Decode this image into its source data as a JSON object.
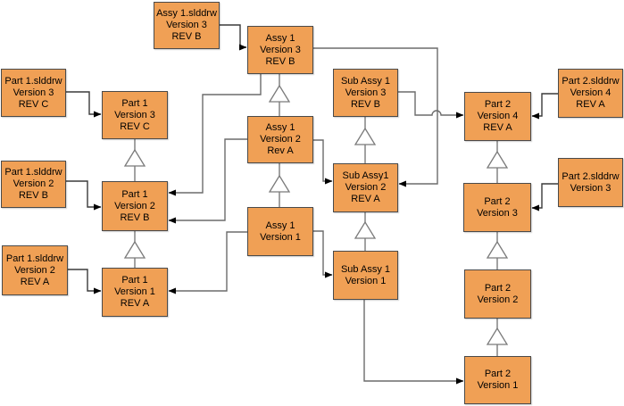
{
  "diagram": {
    "type": "version-tree",
    "colors": {
      "box_fill": "#F0A055",
      "box_border": "#4A4A4A",
      "line_gray": "#6B6B6B",
      "line_dark": "#3A3A3A",
      "arrow": "#000000",
      "tri_line": "#7A7A7A",
      "triangle_fill": "#FFFFFF",
      "background": "#FFFFFF"
    },
    "nodes": [
      {
        "id": "assy1drw-v3",
        "lines": [
          "Assy 1.slddrw",
          "Version 3",
          "REV B"
        ]
      },
      {
        "id": "assy1-v3",
        "lines": [
          "Assy 1",
          "Version 3",
          "REV B"
        ]
      },
      {
        "id": "part1drw-v3",
        "lines": [
          "Part 1.slddrw",
          "Version 3",
          "REV C"
        ]
      },
      {
        "id": "part1-v3",
        "lines": [
          "Part 1",
          "Version 3",
          "REV C"
        ]
      },
      {
        "id": "assy1-v2",
        "lines": [
          "Assy 1",
          "Version 2",
          "Rev A"
        ]
      },
      {
        "id": "part1drw-v2b",
        "lines": [
          "Part 1.slddrw",
          "Version 2",
          "REV B"
        ]
      },
      {
        "id": "part1-v2",
        "lines": [
          "Part 1",
          "Version 2",
          "REV B"
        ]
      },
      {
        "id": "part1drw-v2a",
        "lines": [
          "Part 1.slddrw",
          "Version 2",
          "REV A"
        ]
      },
      {
        "id": "part1-v1",
        "lines": [
          "Part 1",
          "Version 1",
          "REV A"
        ]
      },
      {
        "id": "assy1-v1",
        "lines": [
          "Assy 1",
          "Version 1"
        ]
      },
      {
        "id": "subassy1-v3",
        "lines": [
          "Sub Assy 1",
          "Version 3",
          "REV B"
        ]
      },
      {
        "id": "subassy1-v2",
        "lines": [
          "Sub Assy1",
          "Version 2",
          "REV A"
        ]
      },
      {
        "id": "subassy1-v1",
        "lines": [
          "Sub Assy 1",
          "Version 1"
        ]
      },
      {
        "id": "part2-v4",
        "lines": [
          "Part 2",
          "Version 4",
          "REV A"
        ]
      },
      {
        "id": "part2-v3",
        "lines": [
          "Part 2",
          "Version 3"
        ]
      },
      {
        "id": "part2-v2",
        "lines": [
          "Part 2",
          "Version 2"
        ]
      },
      {
        "id": "part2-v1",
        "lines": [
          "Part 2",
          "Version 1"
        ]
      },
      {
        "id": "part2drw-v4",
        "lines": [
          "Part 2.slddrw",
          "Version 4",
          "REV A"
        ]
      },
      {
        "id": "part2drw-v3",
        "lines": [
          "Part 2.slddrw",
          "Version 3"
        ]
      }
    ],
    "edges": [
      {
        "from": "assy1drw-v3",
        "to": "assy1-v3",
        "kind": "drawing-reference"
      },
      {
        "from": "part1drw-v3",
        "to": "part1-v3",
        "kind": "drawing-reference"
      },
      {
        "from": "part1drw-v2b",
        "to": "part1-v2",
        "kind": "drawing-reference"
      },
      {
        "from": "part1drw-v2a",
        "to": "part1-v1",
        "kind": "drawing-reference"
      },
      {
        "from": "part2drw-v4",
        "to": "part2-v4",
        "kind": "drawing-reference"
      },
      {
        "from": "part2drw-v3",
        "to": "part2-v3",
        "kind": "drawing-reference"
      },
      {
        "from": "assy1-v3",
        "to": "part1-v2",
        "kind": "usage-reference"
      },
      {
        "from": "assy1-v2",
        "to": "part1-v2",
        "kind": "usage-reference"
      },
      {
        "from": "assy1-v1",
        "to": "part1-v1",
        "kind": "usage-reference"
      },
      {
        "from": "assy1-v3",
        "to": "subassy1-v2",
        "kind": "usage-reference"
      },
      {
        "from": "assy1-v2",
        "to": "subassy1-v2",
        "kind": "usage-reference"
      },
      {
        "from": "assy1-v1",
        "to": "subassy1-v1",
        "kind": "usage-reference"
      },
      {
        "from": "subassy1-v3",
        "to": "part2-v4",
        "kind": "usage-reference"
      },
      {
        "from": "subassy1-v1",
        "to": "part2-v1",
        "kind": "usage-reference"
      },
      {
        "from": "part1-v3",
        "to": "part1-v2",
        "kind": "version-history"
      },
      {
        "from": "part1-v2",
        "to": "part1-v1",
        "kind": "version-history"
      },
      {
        "from": "assy1-v3",
        "to": "assy1-v2",
        "kind": "version-history"
      },
      {
        "from": "assy1-v2",
        "to": "assy1-v1",
        "kind": "version-history"
      },
      {
        "from": "subassy1-v3",
        "to": "subassy1-v2",
        "kind": "version-history"
      },
      {
        "from": "subassy1-v2",
        "to": "subassy1-v1",
        "kind": "version-history"
      },
      {
        "from": "part2-v4",
        "to": "part2-v3",
        "kind": "version-history"
      },
      {
        "from": "part2-v3",
        "to": "part2-v2",
        "kind": "version-history"
      },
      {
        "from": "part2-v2",
        "to": "part2-v1",
        "kind": "version-history"
      }
    ]
  }
}
